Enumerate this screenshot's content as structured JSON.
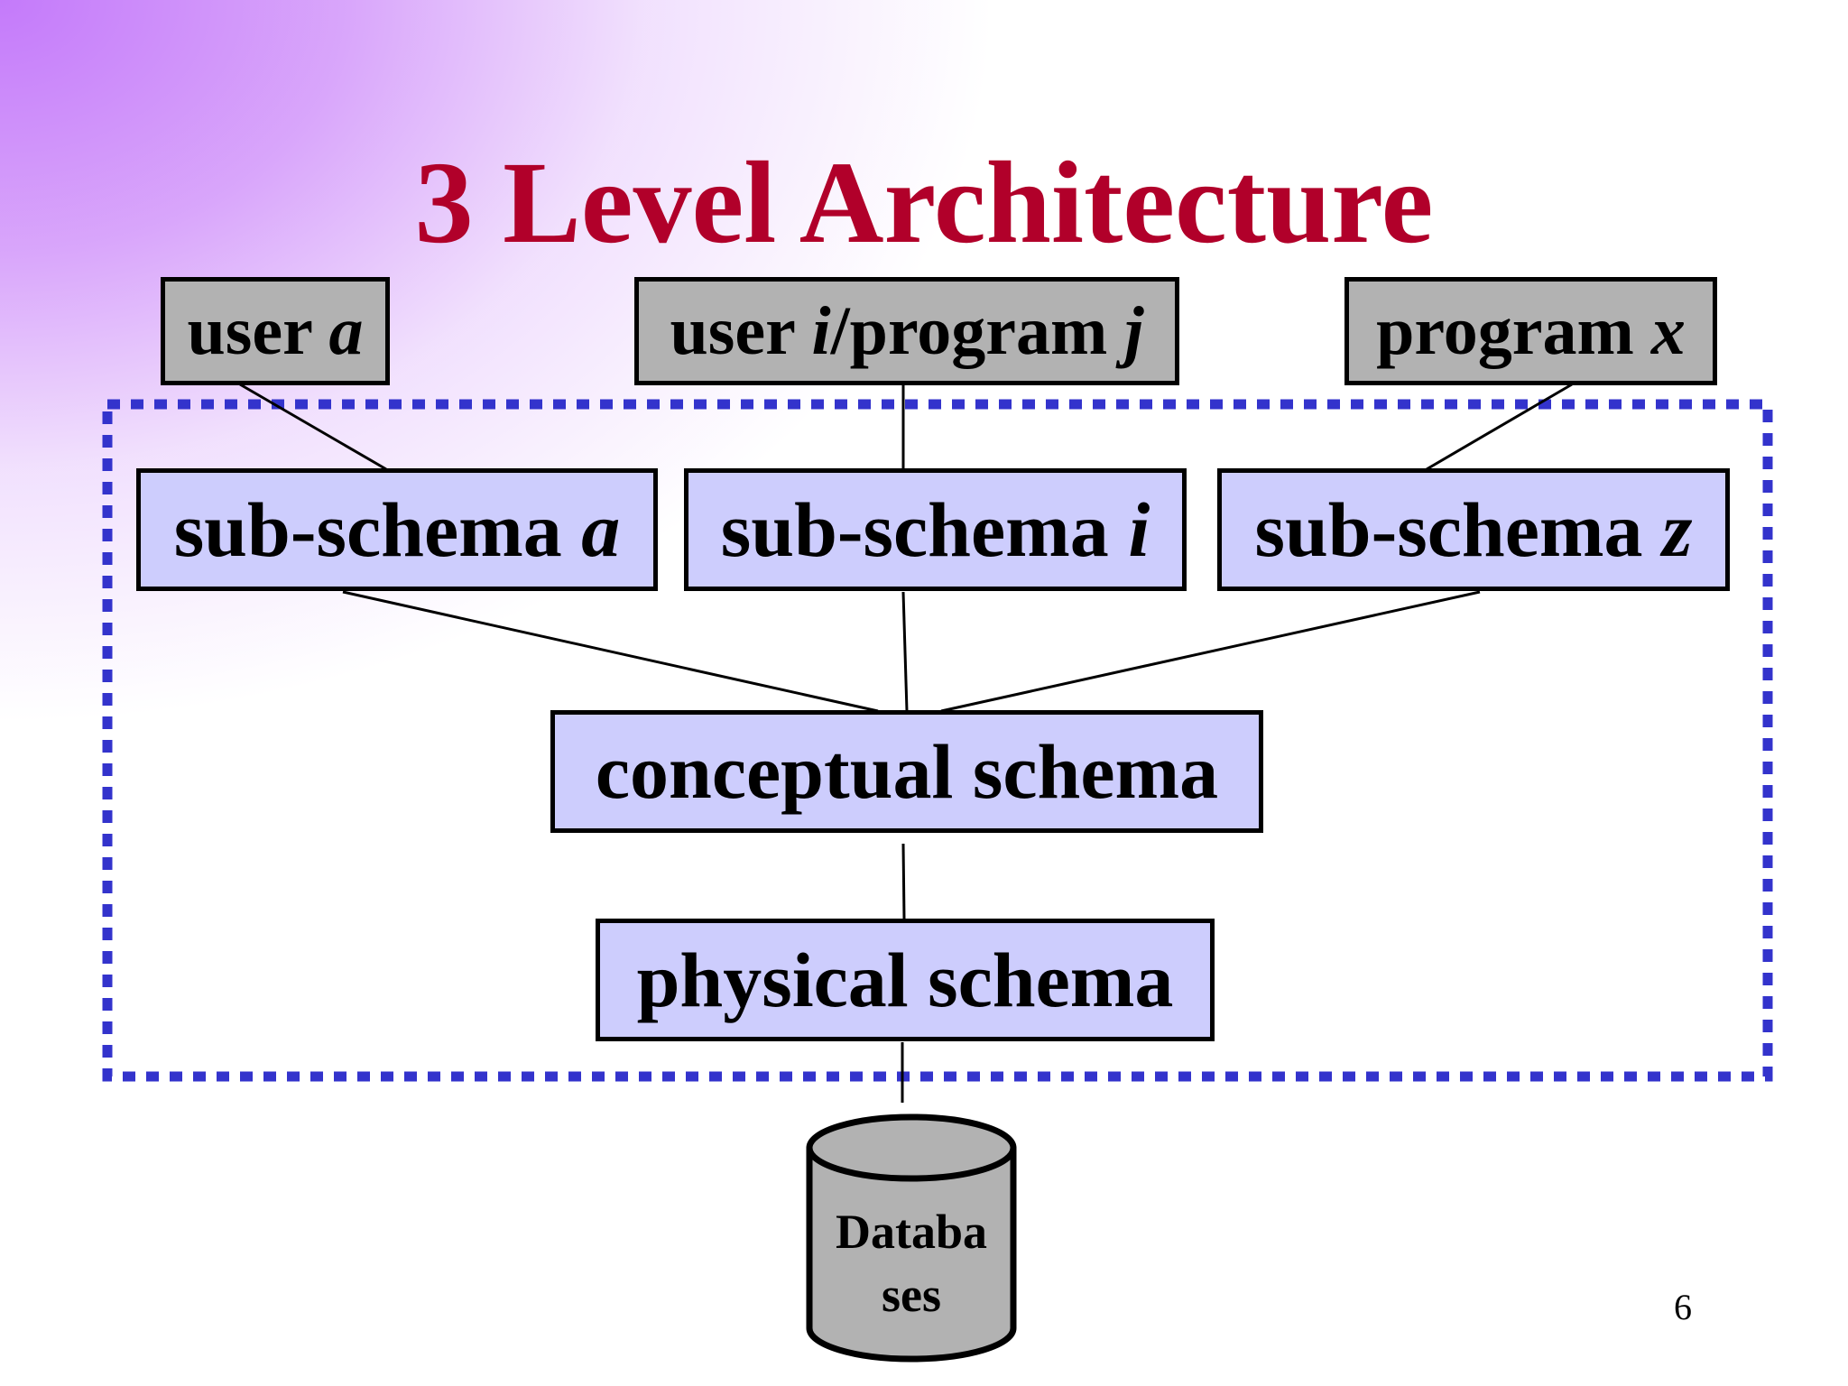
{
  "title": "3 Level Architecture",
  "users": [
    {
      "label": "user ",
      "var": "a"
    },
    {
      "label": "user ",
      "var": "i",
      "label2": "/program ",
      "var2": "j"
    },
    {
      "label": "program ",
      "var": "x"
    }
  ],
  "subschemas": [
    {
      "label": "sub-schema ",
      "var": "a"
    },
    {
      "label": "sub-schema ",
      "var": "i"
    },
    {
      "label": "sub-schema ",
      "var": "z"
    }
  ],
  "conceptual": "conceptual schema",
  "physical": "physical schema",
  "database": {
    "line1": "Databa",
    "line2": "ses"
  },
  "page_number": "6",
  "colors": {
    "title": "#b1002a",
    "user_box": "#b2b2b2",
    "schema_box": "#cdcdfd",
    "dashed_border": "#3333cc",
    "database": "#b2b2b2"
  }
}
